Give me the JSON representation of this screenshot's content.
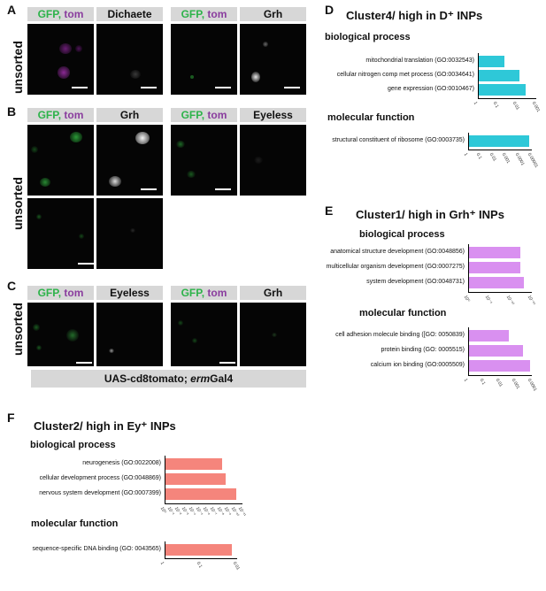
{
  "panel_A": {
    "letter": "A",
    "row_label": "unsorted",
    "headers": [
      {
        "part1": "GFP,",
        "part2": "tom"
      },
      {
        "text": "Dichaete"
      },
      {
        "part1": "GFP,",
        "part2": "tom"
      },
      {
        "text": "Grh"
      }
    ]
  },
  "panel_B": {
    "letter": "B",
    "row_label": "unsorted",
    "headers": [
      {
        "part1": "GFP,",
        "part2": "tom"
      },
      {
        "text": "Grh"
      },
      {
        "part1": "GFP,",
        "part2": "tom"
      },
      {
        "text": "Eyeless"
      }
    ]
  },
  "panel_C": {
    "letter": "C",
    "row_label": "unsorted",
    "headers": [
      {
        "part1": "GFP,",
        "part2": "tom"
      },
      {
        "text": "Eyeless"
      },
      {
        "part1": "GFP,",
        "part2": "tom"
      },
      {
        "text": "Grh"
      }
    ],
    "genotype_prefix": "UAS-cd8tomato; ",
    "genotype_italic": "erm",
    "genotype_suffix": "Gal4"
  },
  "colors": {
    "gfp": "#2db34a",
    "tom": "#8a3d9e",
    "cluster4_bar": "#2ec8d8",
    "cluster1_bar": "#d990f0",
    "cluster2_bar": "#f5857c"
  },
  "panel_D": {
    "letter": "D",
    "title": "Cluster4/ high in D⁺ INPs",
    "bp_label": "biological process",
    "mf_label": "molecular function",
    "bp_terms": [
      "mitochondrial translation (GO:0032543)",
      "cellular nitrogen comp met process (GO:0034641)",
      "gene expression (GO:0010467)"
    ],
    "bp_ticks": [
      "1",
      "0.1",
      "0.01",
      "0.001"
    ],
    "mf_terms": [
      "structural constituent of ribosome (GO:0003735)"
    ],
    "mf_ticks": [
      "1",
      "0.1",
      "0.01",
      "0.001",
      "0.0001",
      "0.00001"
    ]
  },
  "panel_E": {
    "letter": "E",
    "title": "Cluster1/ high in Grh⁺ INPs",
    "bp_label": "biological process",
    "mf_label": "molecular function",
    "bp_terms": [
      "anatomical structure development (GO:0048856)",
      "multicellular organism development (GO:0007275)",
      "system development (GO:0048731)"
    ],
    "bp_ticks": [
      "10⁰",
      "10⁻⁵",
      "10⁻¹⁰",
      "10⁻¹⁵"
    ],
    "mf_terms": [
      "cell adhesion molecule binding ([GO: 0050839)",
      "protein binding (GO: 0005515)",
      "calcium ion binding (GO:0005509)"
    ],
    "mf_ticks": [
      "1",
      "0.1",
      "0.01",
      "0.001",
      "0.0001"
    ]
  },
  "panel_F": {
    "letter": "F",
    "title": "Cluster2/ high in Ey⁺ INPs",
    "bp_label": "biological process",
    "mf_label": "molecular function",
    "bp_terms": [
      "neurogenesis (GO:0022008)",
      "cellular development process (GO:0048869)",
      "nervous system development (GO:0007399)"
    ],
    "bp_ticks": [
      "10⁰",
      "10⁻¹",
      "10⁻²",
      "10⁻³",
      "10⁻⁴",
      "10⁻⁵",
      "10⁻⁶",
      "10⁻⁷",
      "10⁻⁸",
      "10⁻⁹",
      "10⁻¹⁰",
      "10⁻¹¹"
    ],
    "mf_terms": [
      "sequence-specific DNA binding (GO: 0043565)"
    ],
    "mf_ticks": [
      "1",
      "0.1",
      "0.01"
    ]
  },
  "chart_data": [
    {
      "type": "bar",
      "title": "Cluster4/ high in D⁺ INPs",
      "subtitle": "biological process",
      "orientation": "horizontal",
      "log_scale": true,
      "categories": [
        "mitochondrial translation (GO:0032543)",
        "cellular nitrogen comp met process (GO:0034641)",
        "gene expression (GO:0010467)"
      ],
      "values": [
        0.05,
        0.008,
        0.004
      ],
      "xlim": [
        1,
        0.001
      ],
      "tick_labels": [
        "1",
        "0.1",
        "0.01",
        "0.001"
      ]
    },
    {
      "type": "bar",
      "title": "Cluster4/ high in D⁺ INPs",
      "subtitle": "molecular function",
      "orientation": "horizontal",
      "log_scale": true,
      "categories": [
        "structural constituent of ribosome (GO:0003735)"
      ],
      "values": [
        2e-05
      ],
      "xlim": [
        1,
        1e-05
      ],
      "tick_labels": [
        "1",
        "0.1",
        "0.01",
        "0.001",
        "0.0001",
        "0.00001"
      ]
    },
    {
      "type": "bar",
      "title": "Cluster1/ high in Grh⁺ INPs",
      "subtitle": "biological process",
      "orientation": "horizontal",
      "log_scale": true,
      "categories": [
        "anatomical structure development (GO:0048856)",
        "multicellular organism development (GO:0007275)",
        "system development (GO:0048731)"
      ],
      "values": [
        1e-12,
        1e-12,
        1e-13
      ],
      "xlim": [
        1,
        1e-15
      ],
      "tick_labels": [
        "10⁰",
        "10⁻⁵",
        "10⁻¹⁰",
        "10⁻¹⁵"
      ]
    },
    {
      "type": "bar",
      "title": "Cluster1/ high in Grh⁺ INPs",
      "subtitle": "molecular function",
      "orientation": "horizontal",
      "log_scale": true,
      "categories": [
        "cell adhesion molecule binding ([GO: 0050839)",
        "protein binding (GO: 0005515)",
        "calcium ion binding (GO:0005509)"
      ],
      "values": [
        0.003,
        0.0004,
        0.00015
      ],
      "xlim": [
        1,
        0.0001
      ],
      "tick_labels": [
        "1",
        "0.1",
        "0.01",
        "0.001",
        "0.0001"
      ]
    },
    {
      "type": "bar",
      "title": "Cluster2/ high in Ey⁺ INPs",
      "subtitle": "biological process",
      "orientation": "horizontal",
      "log_scale": true,
      "categories": [
        "neurogenesis (GO:0022008)",
        "cellular development process (GO:0048869)",
        "nervous system development (GO:0007399)"
      ],
      "values": [
        1e-08,
        3e-09,
        1e-10
      ],
      "xlim": [
        1,
        1e-11
      ],
      "tick_labels": [
        "10⁰",
        "10⁻¹",
        "10⁻²",
        "10⁻³",
        "10⁻⁴",
        "10⁻⁵",
        "10⁻⁶",
        "10⁻⁷",
        "10⁻⁸",
        "10⁻⁹",
        "10⁻¹⁰",
        "10⁻¹¹"
      ]
    },
    {
      "type": "bar",
      "title": "Cluster2/ high in Ey⁺ INPs",
      "subtitle": "molecular function",
      "orientation": "horizontal",
      "log_scale": true,
      "categories": [
        "sequence-specific DNA binding (GO: 0043565)"
      ],
      "values": [
        0.015
      ],
      "xlim": [
        1,
        0.01
      ],
      "tick_labels": [
        "1",
        "0.1",
        "0.01"
      ]
    }
  ]
}
